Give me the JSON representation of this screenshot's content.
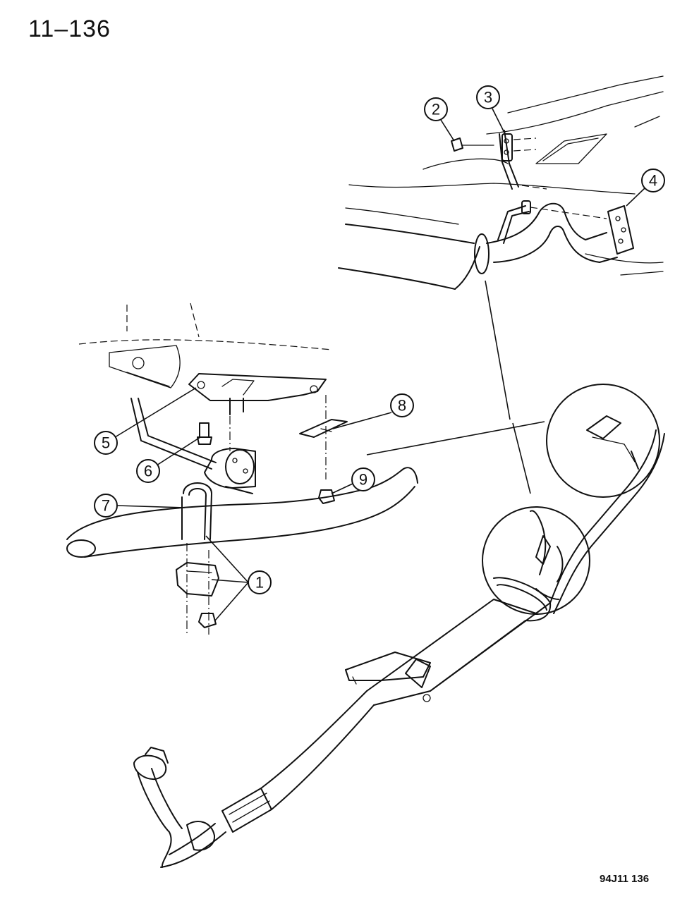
{
  "page": {
    "number": "11–136",
    "drawing_code": "94J11 136"
  },
  "callouts": [
    {
      "id": "1",
      "label": "1"
    },
    {
      "id": "2",
      "label": "2"
    },
    {
      "id": "3",
      "label": "3"
    },
    {
      "id": "4",
      "label": "4"
    },
    {
      "id": "5",
      "label": "5"
    },
    {
      "id": "6",
      "label": "6"
    },
    {
      "id": "7",
      "label": "7"
    },
    {
      "id": "8",
      "label": "8"
    },
    {
      "id": "9",
      "label": "9"
    }
  ]
}
